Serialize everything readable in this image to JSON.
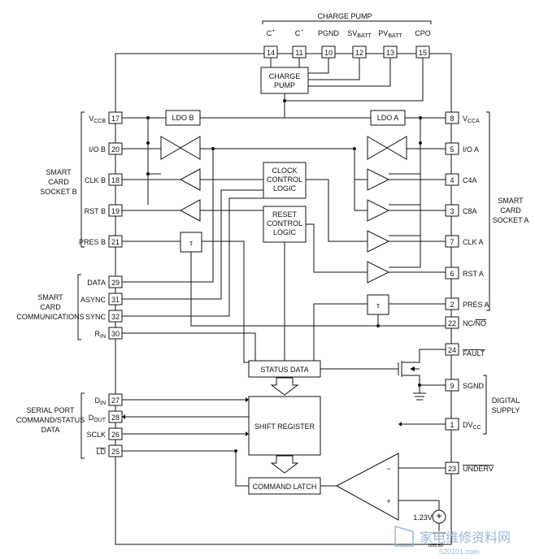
{
  "header": {
    "charge_pump_label": "CHARGE PUMP"
  },
  "top_pins": [
    {
      "num": "14",
      "name": "C+"
    },
    {
      "num": "11",
      "name": "C−"
    },
    {
      "num": "10",
      "name": "PGND"
    },
    {
      "num": "12",
      "name": "SVBATT"
    },
    {
      "num": "13",
      "name": "PVBATT"
    },
    {
      "num": "15",
      "name": "CPO"
    }
  ],
  "blocks": {
    "charge_pump": [
      "CHARGE",
      "PUMP"
    ],
    "ldo_b": "LDO B",
    "ldo_a": "LDO A",
    "clock_control": [
      "CLOCK",
      "CONTROL",
      "LOGIC"
    ],
    "reset_control": [
      "RESET",
      "CONTROL",
      "LOGIC"
    ],
    "status_data": "STATUS DATA",
    "shift_register": "SHIFT REGISTER",
    "command_latch": "COMMAND LATCH",
    "tau_b": "τ",
    "tau_a": "τ",
    "reference": "1.23V",
    "opamp_minus": "−",
    "opamp_plus": "+"
  },
  "left_pins": [
    {
      "num": "17",
      "name": "VCCB"
    },
    {
      "num": "20",
      "name": "I/O B"
    },
    {
      "num": "18",
      "name": "CLK B"
    },
    {
      "num": "19",
      "name": "RST B"
    },
    {
      "num": "21",
      "name": "PRES B"
    },
    {
      "num": "29",
      "name": "DATA"
    },
    {
      "num": "31",
      "name": "ASYNC"
    },
    {
      "num": "32",
      "name": "SYNC"
    },
    {
      "num": "30",
      "name": "RIN"
    },
    {
      "num": "27",
      "name": "DIN"
    },
    {
      "num": "28",
      "name": "DOUT"
    },
    {
      "num": "26",
      "name": "SCLK"
    },
    {
      "num": "25",
      "name": "LD"
    }
  ],
  "right_pins": [
    {
      "num": "8",
      "name": "VCCA"
    },
    {
      "num": "5",
      "name": "I/O A"
    },
    {
      "num": "4",
      "name": "C4A"
    },
    {
      "num": "3",
      "name": "C8A"
    },
    {
      "num": "7",
      "name": "CLK A"
    },
    {
      "num": "6",
      "name": "RST A"
    },
    {
      "num": "2",
      "name": "PRES A"
    },
    {
      "num": "22",
      "name": "NC/NO"
    },
    {
      "num": "24",
      "name": "FAULT"
    },
    {
      "num": "9",
      "name": "SGND"
    },
    {
      "num": "1",
      "name": "DVCC"
    },
    {
      "num": "23",
      "name": "UNDERV"
    }
  ],
  "groups": {
    "smart_card_socket_b": [
      "SMART",
      "CARD",
      "SOCKET B"
    ],
    "smart_card_socket_a": [
      "SMART",
      "CARD",
      "SOCKET A"
    ],
    "smart_card_comms": [
      "SMART",
      "CARD",
      "COMMUNICATIONS"
    ],
    "serial_port": [
      "SERIAL PORT",
      "COMMAND/STATUS",
      "DATA"
    ],
    "digital_supply": [
      "DIGITAL",
      "SUPPLY"
    ]
  },
  "figure_id": "1955 BD",
  "watermark": {
    "main": "家电维修资料网",
    "sub": "520101.com"
  }
}
